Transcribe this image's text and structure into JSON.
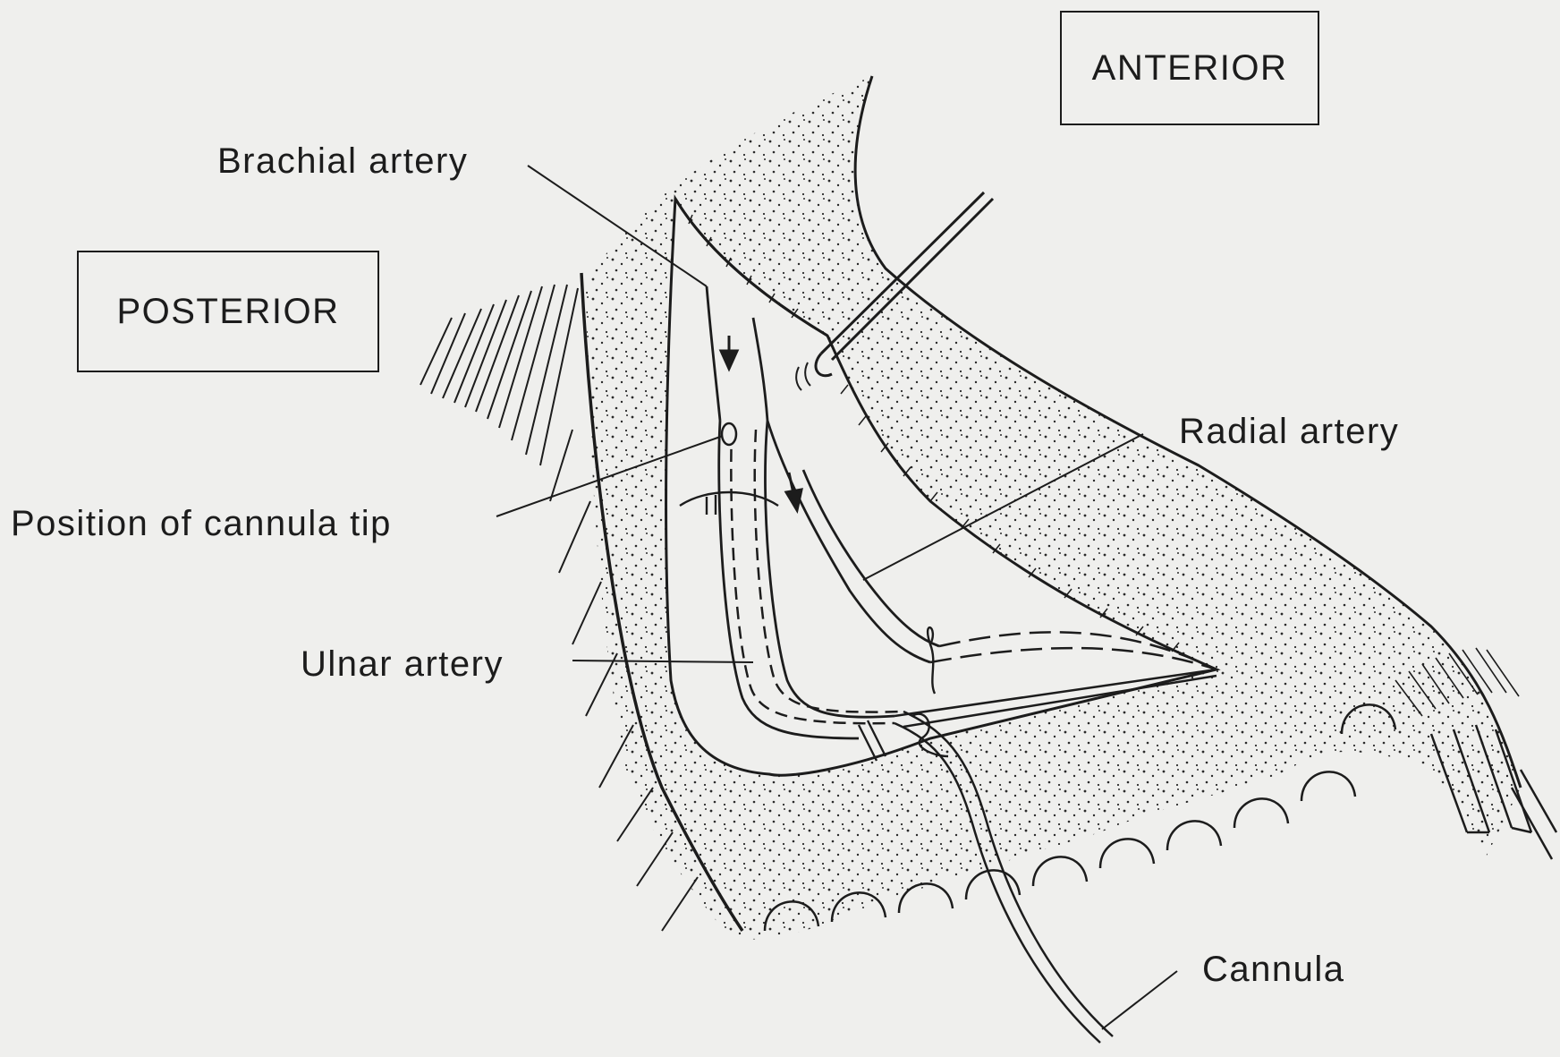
{
  "orientation": {
    "anterior": "ANTERIOR",
    "posterior": "POSTERIOR"
  },
  "labels": {
    "brachial": "Brachial artery",
    "radial": "Radial artery",
    "cannula_tip": "Position of cannula tip",
    "ulnar": "Ulnar artery",
    "cannula": "Cannula"
  },
  "colors": {
    "ink": "#1c1c1c",
    "paper": "#efefed"
  }
}
